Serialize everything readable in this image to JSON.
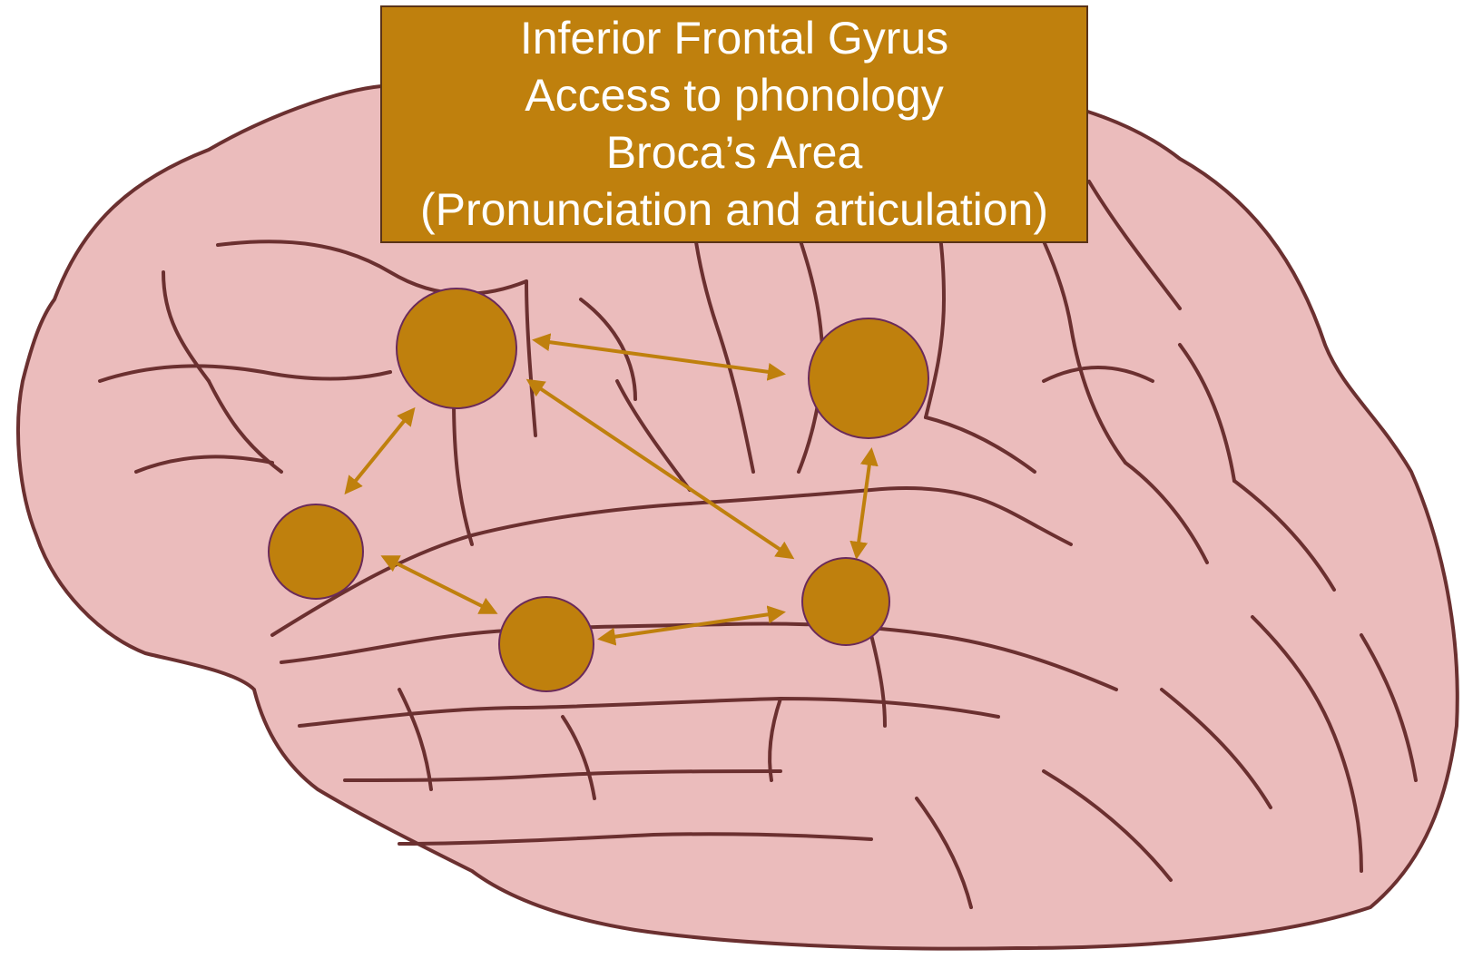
{
  "callout": {
    "lines": [
      "Inferior Frontal Gyrus",
      "Access to phonology",
      "Broca’s Area",
      "(Pronunciation and articulation)"
    ]
  },
  "colors": {
    "brain_fill": "#ebbcbc",
    "brain_outline": "#6b3030",
    "node_fill": "#bf800d",
    "node_stroke": "#6a2a5a",
    "arrow": "#bf800d",
    "box_fill": "#bf800d",
    "box_text": "#ffffff"
  },
  "nodes": [
    {
      "id": "node-1"
    },
    {
      "id": "node-2"
    },
    {
      "id": "node-3"
    },
    {
      "id": "node-4"
    },
    {
      "id": "node-5"
    }
  ],
  "connections": [
    {
      "from": "node-1",
      "to": "node-2"
    },
    {
      "from": "node-1",
      "to": "node-3"
    },
    {
      "from": "node-1",
      "to": "node-5"
    },
    {
      "from": "node-2",
      "to": "node-5"
    },
    {
      "from": "node-3",
      "to": "node-4"
    },
    {
      "from": "node-4",
      "to": "node-5"
    }
  ]
}
